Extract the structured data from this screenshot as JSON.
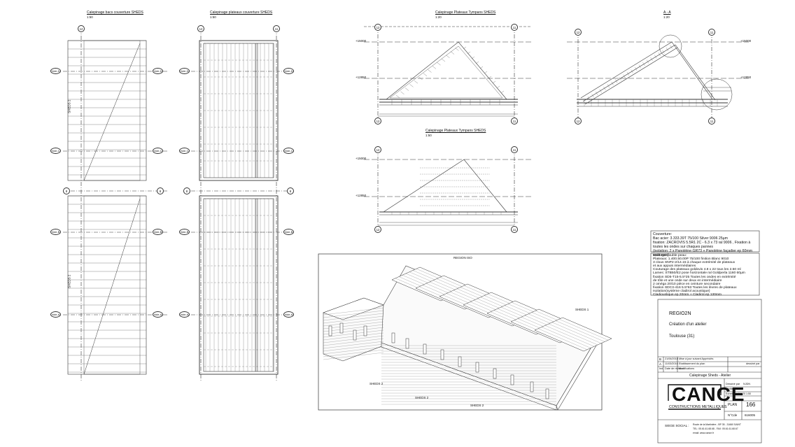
{
  "sheet": {
    "background": "#ffffff",
    "line_color": "#333333"
  },
  "views": {
    "view1": {
      "title": "Calepinage bacs couverture SHEDS",
      "scale": "1:50"
    },
    "view2": {
      "title": "Calepinage plateaux couverture SHEDS",
      "scale": "1:50"
    },
    "view3": {
      "title": "Calepinage Plateaux Tympans SHEDS",
      "scale": "1:20"
    },
    "view4": {
      "title": "A - A",
      "scale": "1:20"
    },
    "view5": {
      "title": "Calepinage Plateaux Tympans SHEDS",
      "scale": "1:50"
    },
    "iso": {
      "title": "REGION ISO"
    }
  },
  "axes": {
    "a12": "12",
    "a11": "11",
    "voie_d": "Voie-D",
    "voie_c": "Voie-C",
    "voie_b": "Voie-B",
    "voie_a": "Voie-A",
    "g8": "8"
  },
  "levels": {
    "l1": "+15000",
    "l2": "+12850"
  },
  "sheds": {
    "s1": "SHEDS 1",
    "s2": "SHEDS 2"
  },
  "couverture": {
    "heading": "Couverture:",
    "lines": [
      "Bac acier: 3.333.39T 75/100      Silver 9006  25µm",
      "fixation: ZACROVIS 5.5R1    2C - 6.3 x 73 ral 9006 , Fixation à",
      "toutes les ondes sur chaques pannes",
      "(isolation: 2 x Panoléine GR73 + Panoléine façadier ep 60mm voile noir)"
    ]
  },
  "bardage": {
    "heading": "Bardage double peau:",
    "lines": [
      "Plateaux: 1.400.50.00P 75/100          finition Blanc 9010",
      "3 clous SNP2-2/14.15 à chaque extrémité de plateaux",
      "et aux appuis intermédiaires",
      "Couturage des plateaux goldovis 4.8 x 22 tous les 2.50 ml",
      "Lames: STB50/E2 pose horizontale ral Goldperla 1160 60µm",
      "fixation SD5-T15-5.5*25 Toutes les ondes en extrémité",
      "de tôle et une onde sur deux en intermédiaire",
      "2 oméga 20/10      pièce en ceinture secondaire",
      "fixation SDC3-416 5.5*63 Toutes les lèvres de plateaux",
      "Isolation(système cladirol acoustique)",
      "Cladioustique ep 20mm + Cladirol ep 130mm"
    ]
  },
  "titleblock": {
    "client": "REGIO2N",
    "project": "Création d'un atelier",
    "location": "Toulouse (31)",
    "revisions": [
      {
        "ind": "B",
        "date": "21/06/2016",
        "desc": "Mise à jour suivant Appréciés"
      },
      {
        "ind": "A",
        "date": "11/03/2016",
        "desc": "Etablissement du plan"
      },
      {
        "ind": "Ind.",
        "date": "Date de révision",
        "desc": "Modifications"
      }
    ],
    "drawn_label": "dessiné par",
    "drawing_title": "Calepinage Sheds - Atelier",
    "fields": [
      {
        "label": "Dessiné par",
        "value": "NJDN"
      },
      {
        "label": "Vérifié par",
        "value": ""
      },
      {
        "label": "Echelle",
        "value": "1:5    1:20    1:50"
      },
      {
        "label": "PLAN",
        "value": "166"
      },
      {
        "label": "N°Cde",
        "value": "616005"
      }
    ],
    "company": "CANCE",
    "company_sub": "CONSTRUCTIONS METALLIQUES",
    "siege_label": "SIEGE SOCIAL :",
    "siege_lines": [
      "Route de la Martinière - BP 35 - 31660 SAINT",
      "TEL: 05.61.61.68.68 - FAX: 05.61.61.68.67",
      "email: www.cance.fr"
    ]
  }
}
